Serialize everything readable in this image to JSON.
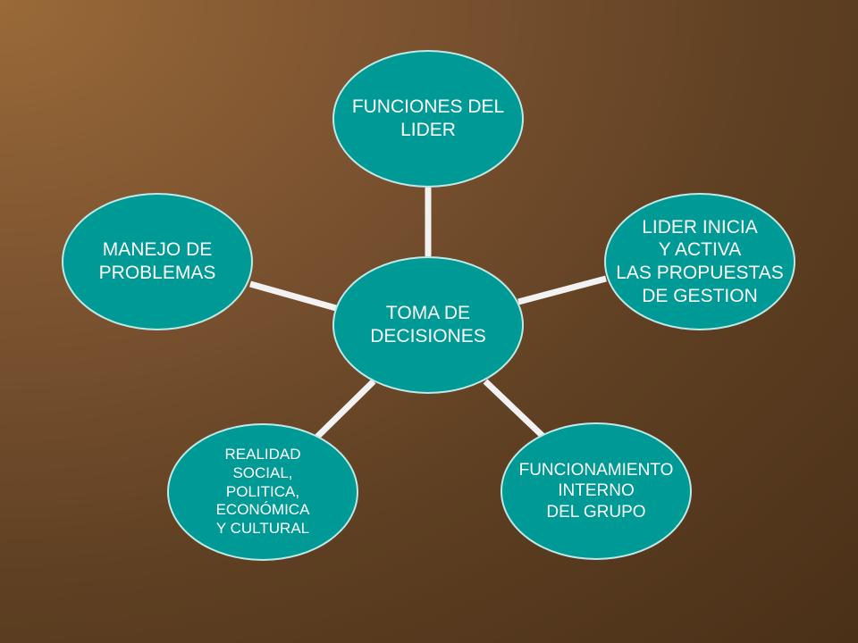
{
  "diagram": {
    "center": {
      "label": "TOMA DE\nDECISIONES"
    },
    "nodes": [
      {
        "id": "top",
        "label": "FUNCIONES DEL\nLIDER"
      },
      {
        "id": "right",
        "label": "LIDER INICIA\nY ACTIVA\nLAS PROPUESTAS\nDE GESTION"
      },
      {
        "id": "bottom-right",
        "label": "FUNCIONAMIENTO\nINTERNO\nDEL GRUPO"
      },
      {
        "id": "bottom-left",
        "label": "REALIDAD\nSOCIAL,\nPOLITICA,\nECONÓMICA\nY CULTURAL"
      },
      {
        "id": "left",
        "label": "MANEJO DE\nPROBLEMAS"
      }
    ]
  },
  "colors": {
    "node_fill": "#009a96",
    "node_border": "#bfe8e6",
    "connector": "#f2f2f2",
    "text": "#ffffff"
  }
}
